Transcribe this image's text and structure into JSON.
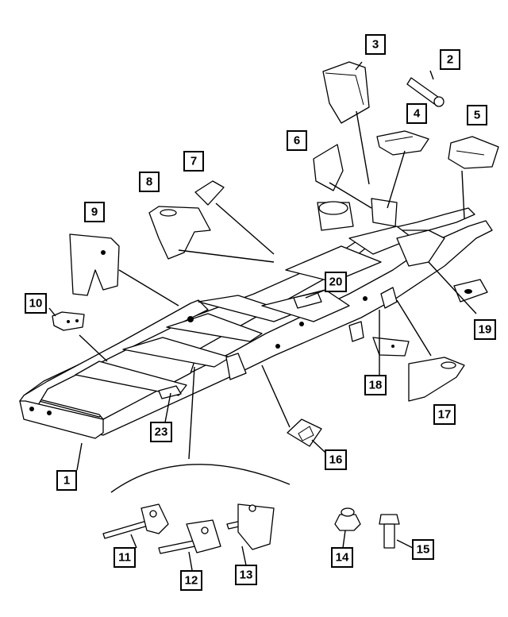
{
  "callouts": [
    {
      "id": "1",
      "label": "1"
    },
    {
      "id": "2",
      "label": "2"
    },
    {
      "id": "3",
      "label": "3"
    },
    {
      "id": "4",
      "label": "4"
    },
    {
      "id": "5",
      "label": "5"
    },
    {
      "id": "6",
      "label": "6"
    },
    {
      "id": "7",
      "label": "7"
    },
    {
      "id": "8",
      "label": "8"
    },
    {
      "id": "9",
      "label": "9"
    },
    {
      "id": "10",
      "label": "10"
    },
    {
      "id": "11",
      "label": "11"
    },
    {
      "id": "12",
      "label": "12"
    },
    {
      "id": "13",
      "label": "13"
    },
    {
      "id": "14",
      "label": "14"
    },
    {
      "id": "15",
      "label": "15"
    },
    {
      "id": "16",
      "label": "16"
    },
    {
      "id": "17",
      "label": "17"
    },
    {
      "id": "18",
      "label": "18"
    },
    {
      "id": "19",
      "label": "19"
    },
    {
      "id": "20",
      "label": "20"
    },
    {
      "id": "23",
      "label": "23"
    }
  ]
}
